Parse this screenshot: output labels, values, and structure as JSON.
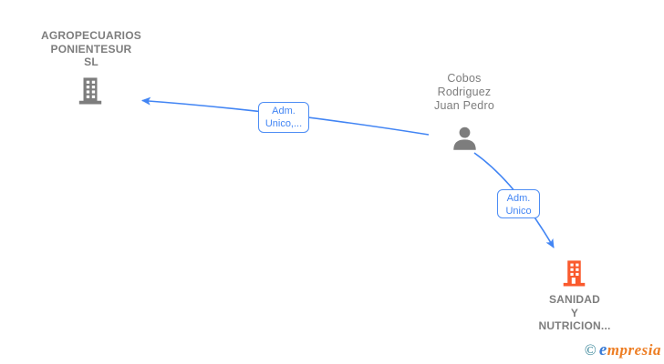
{
  "diagram": {
    "nodes": [
      {
        "id": "agropecuarios",
        "type": "company",
        "icon": "building-icon",
        "label_lines": [
          "AGROPECUARIOS",
          "PONIENTESUR",
          "SL"
        ],
        "color": "#7d7d7d"
      },
      {
        "id": "cobos",
        "type": "person",
        "icon": "person-icon",
        "label_lines": [
          "Cobos",
          "Rodriguez",
          "Juan Pedro"
        ],
        "color": "#7d7d7d"
      },
      {
        "id": "sanidad",
        "type": "company",
        "icon": "building-icon",
        "label_lines": [
          "SANIDAD",
          "Y",
          "NUTRICION..."
        ],
        "color": "#FA5A2D"
      }
    ],
    "edges": [
      {
        "from": "cobos",
        "to": "agropecuarios",
        "label_lines": [
          "Adm.",
          "Unico,..."
        ],
        "color": "#4285F4"
      },
      {
        "from": "cobos",
        "to": "sanidad",
        "label_lines": [
          "Adm.",
          "Unico"
        ],
        "color": "#4285F4"
      }
    ]
  },
  "footer": {
    "copyright": "©",
    "brand_first": "e",
    "brand_rest": "mpresia"
  },
  "colors": {
    "edge_blue": "#4285F4",
    "node_gray": "#7d7d7d",
    "company_orange": "#FA5A2D",
    "logo_teal": "#2E7F93",
    "logo_blue": "#3A7BD5",
    "logo_orange": "#ED7D23"
  }
}
